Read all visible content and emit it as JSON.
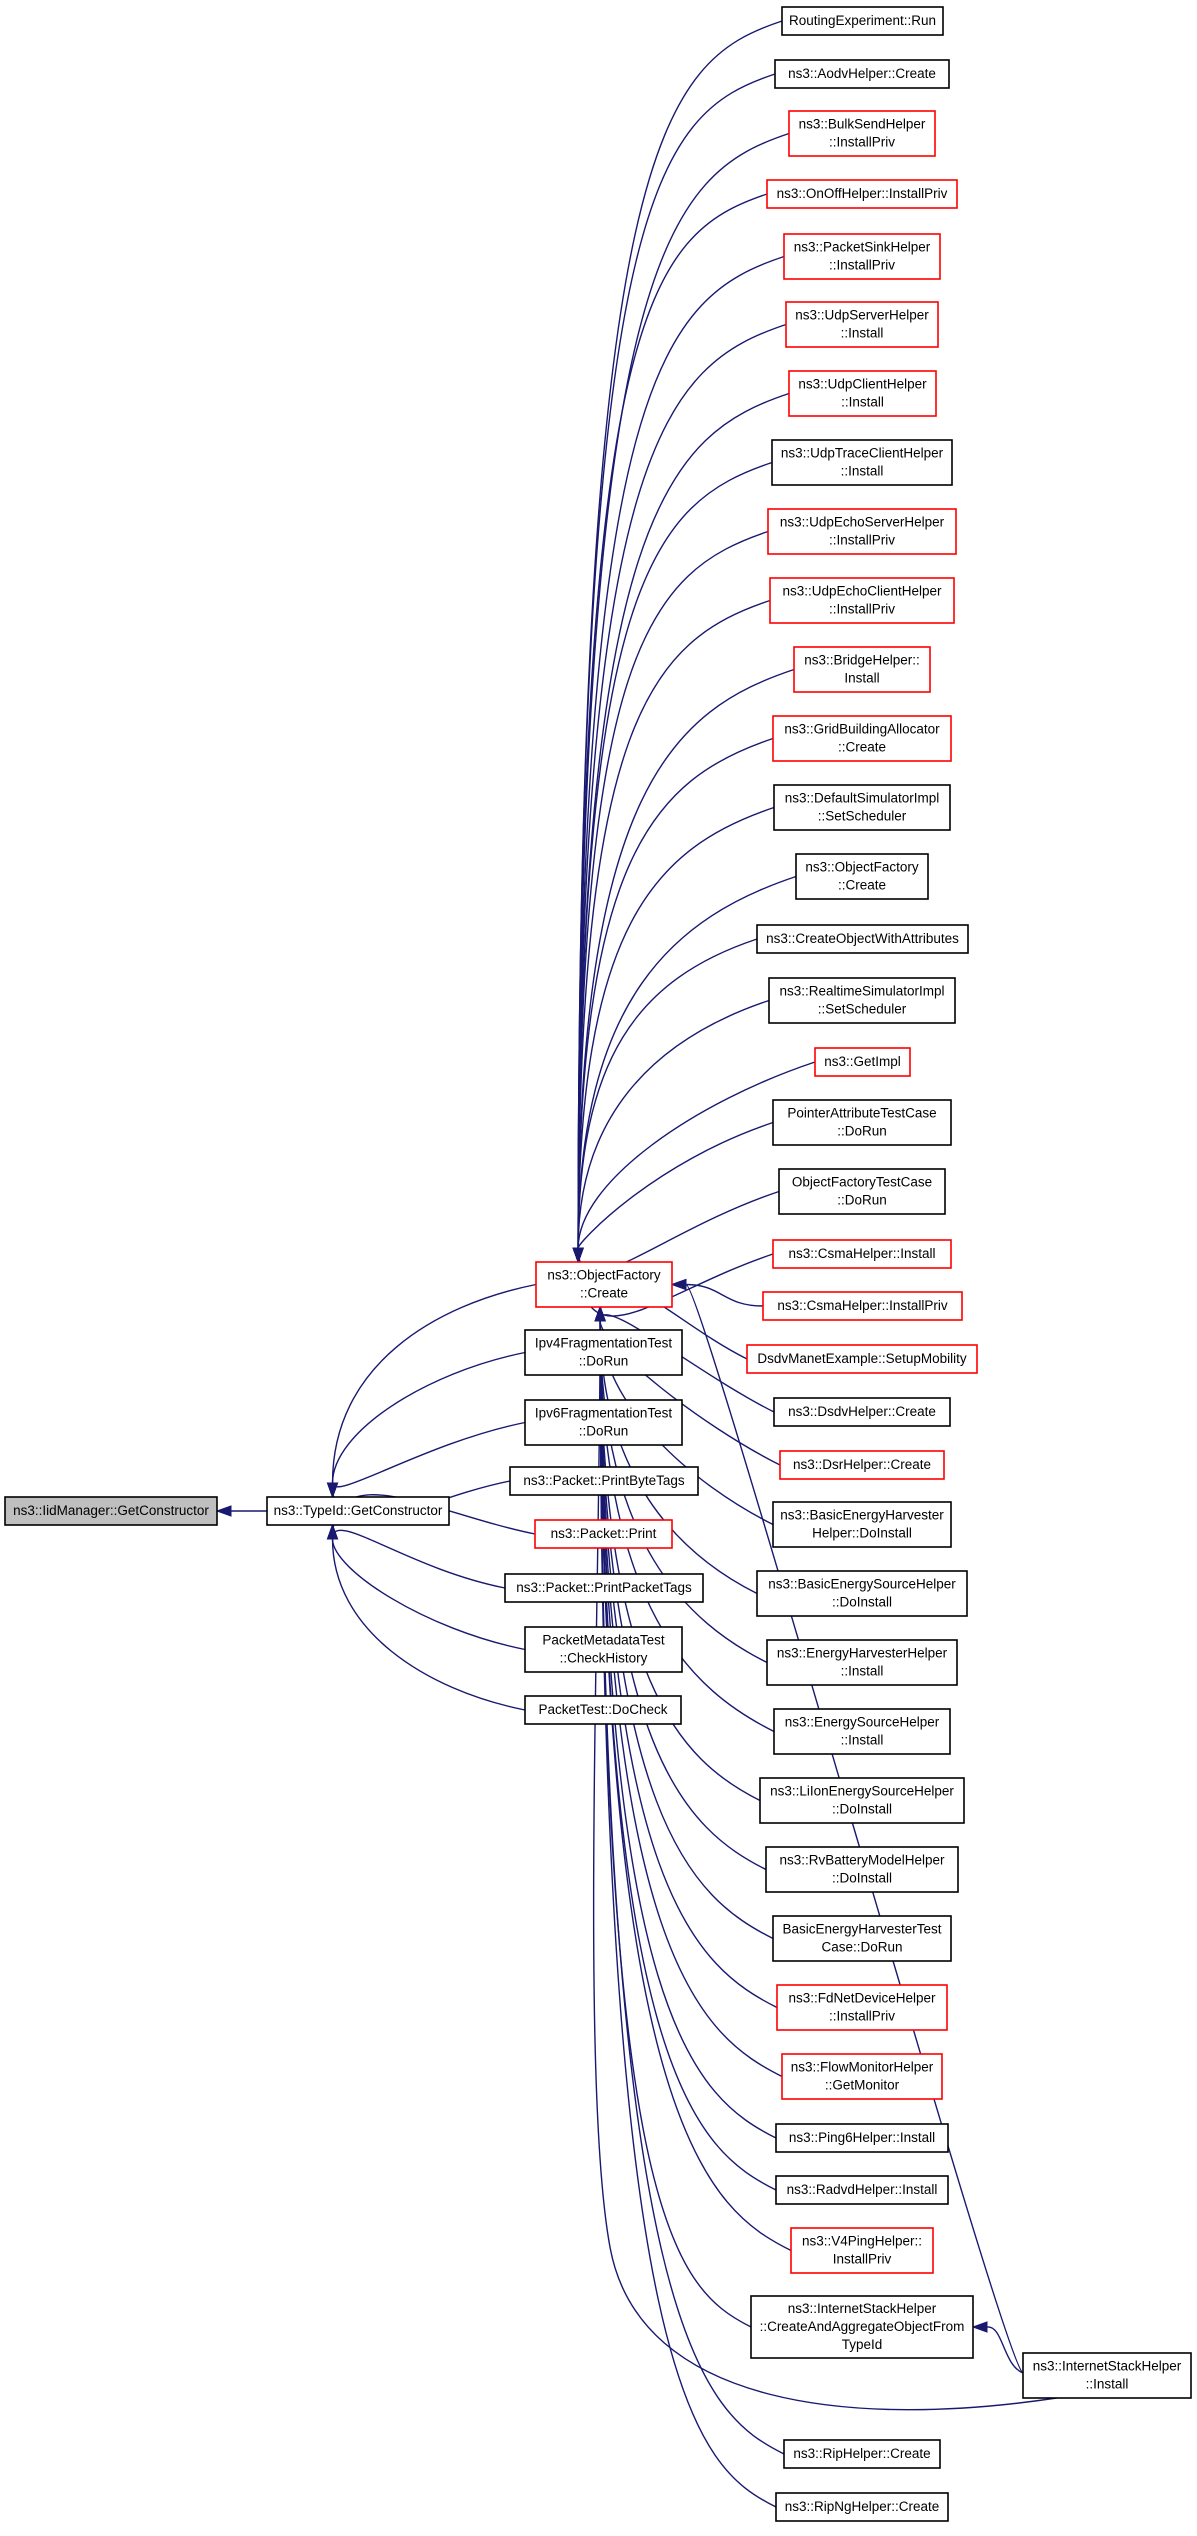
{
  "colors": {
    "edge": "#191970",
    "border_normal": "#000000",
    "border_truncated": "#ff0000",
    "root_fill": "#bfbfbf",
    "node_fill": "#ffffff"
  },
  "nodes": [
    {
      "id": "root",
      "lines": [
        "ns3::IidManager::GetConstructor"
      ],
      "style": "root"
    },
    {
      "id": "getctor",
      "lines": [
        "ns3::TypeId::GetConstructor"
      ],
      "style": "normal"
    },
    {
      "id": "of_create",
      "lines": [
        "ns3::ObjectFactory",
        "::Create"
      ],
      "style": "truncated"
    },
    {
      "id": "ipv4frag",
      "lines": [
        "Ipv4FragmentationTest",
        "::DoRun"
      ],
      "style": "normal"
    },
    {
      "id": "ipv6frag",
      "lines": [
        "Ipv6FragmentationTest",
        "::DoRun"
      ],
      "style": "normal"
    },
    {
      "id": "printbytetags",
      "lines": [
        "ns3::Packet::PrintByteTags"
      ],
      "style": "normal"
    },
    {
      "id": "packetprint",
      "lines": [
        "ns3::Packet::Print"
      ],
      "style": "truncated"
    },
    {
      "id": "printpackettags",
      "lines": [
        "ns3::Packet::PrintPacketTags"
      ],
      "style": "normal"
    },
    {
      "id": "pmtest",
      "lines": [
        "PacketMetadataTest",
        "::CheckHistory"
      ],
      "style": "normal"
    },
    {
      "id": "packettest",
      "lines": [
        "PacketTest::DoCheck"
      ],
      "style": "normal"
    },
    {
      "id": "routingexp",
      "lines": [
        "RoutingExperiment::Run"
      ],
      "style": "normal"
    },
    {
      "id": "aodv",
      "lines": [
        "ns3::AodvHelper::Create"
      ],
      "style": "normal"
    },
    {
      "id": "bulksend",
      "lines": [
        "ns3::BulkSendHelper",
        "::InstallPriv"
      ],
      "style": "truncated"
    },
    {
      "id": "onoff",
      "lines": [
        "ns3::OnOffHelper::InstallPriv"
      ],
      "style": "truncated"
    },
    {
      "id": "packetsink",
      "lines": [
        "ns3::PacketSinkHelper",
        "::InstallPriv"
      ],
      "style": "truncated"
    },
    {
      "id": "udpserver",
      "lines": [
        "ns3::UdpServerHelper",
        "::Install"
      ],
      "style": "truncated"
    },
    {
      "id": "udpclient",
      "lines": [
        "ns3::UdpClientHelper",
        "::Install"
      ],
      "style": "truncated"
    },
    {
      "id": "udptrace",
      "lines": [
        "ns3::UdpTraceClientHelper",
        "::Install"
      ],
      "style": "normal"
    },
    {
      "id": "udpechoserver",
      "lines": [
        "ns3::UdpEchoServerHelper",
        "::InstallPriv"
      ],
      "style": "truncated"
    },
    {
      "id": "udpechoclient",
      "lines": [
        "ns3::UdpEchoClientHelper",
        "::InstallPriv"
      ],
      "style": "truncated"
    },
    {
      "id": "bridge",
      "lines": [
        "ns3::BridgeHelper::",
        "Install"
      ],
      "style": "truncated"
    },
    {
      "id": "gridbuilding",
      "lines": [
        "ns3::GridBuildingAllocator",
        "::Create"
      ],
      "style": "truncated"
    },
    {
      "id": "defaultsim",
      "lines": [
        "ns3::DefaultSimulatorImpl",
        "::SetScheduler"
      ],
      "style": "normal"
    },
    {
      "id": "of_create2",
      "lines": [
        "ns3::ObjectFactory",
        "::Create"
      ],
      "style": "normal"
    },
    {
      "id": "createobj",
      "lines": [
        "ns3::CreateObjectWithAttributes"
      ],
      "style": "normal"
    },
    {
      "id": "realtimesim",
      "lines": [
        "ns3::RealtimeSimulatorImpl",
        "::SetScheduler"
      ],
      "style": "normal"
    },
    {
      "id": "getimpl",
      "lines": [
        "ns3::GetImpl"
      ],
      "style": "truncated"
    },
    {
      "id": "pointerattr",
      "lines": [
        "PointerAttributeTestCase",
        "::DoRun"
      ],
      "style": "normal"
    },
    {
      "id": "oftest",
      "lines": [
        "ObjectFactoryTestCase",
        "::DoRun"
      ],
      "style": "normal"
    },
    {
      "id": "csmainstall",
      "lines": [
        "ns3::CsmaHelper::Install"
      ],
      "style": "truncated"
    },
    {
      "id": "csmainstallpriv",
      "lines": [
        "ns3::CsmaHelper::InstallPriv"
      ],
      "style": "truncated"
    },
    {
      "id": "dsdvmanet",
      "lines": [
        "DsdvManetExample::SetupMobility"
      ],
      "style": "truncated"
    },
    {
      "id": "dsdvhelper",
      "lines": [
        "ns3::DsdvHelper::Create"
      ],
      "style": "normal"
    },
    {
      "id": "dsrhelper",
      "lines": [
        "ns3::DsrHelper::Create"
      ],
      "style": "truncated"
    },
    {
      "id": "basicharvester",
      "lines": [
        "ns3::BasicEnergyHarvester",
        "Helper::DoInstall"
      ],
      "style": "normal"
    },
    {
      "id": "basicsource",
      "lines": [
        "ns3::BasicEnergySourceHelper",
        "::DoInstall"
      ],
      "style": "normal"
    },
    {
      "id": "energyharvester",
      "lines": [
        "ns3::EnergyHarvesterHelper",
        "::Install"
      ],
      "style": "normal"
    },
    {
      "id": "energysource",
      "lines": [
        "ns3::EnergySourceHelper",
        "::Install"
      ],
      "style": "normal"
    },
    {
      "id": "liion",
      "lines": [
        "ns3::LiIonEnergySourceHelper",
        "::DoInstall"
      ],
      "style": "normal"
    },
    {
      "id": "rvbattery",
      "lines": [
        "ns3::RvBatteryModelHelper",
        "::DoInstall"
      ],
      "style": "normal"
    },
    {
      "id": "basicharvtest",
      "lines": [
        "BasicEnergyHarvesterTest",
        "Case::DoRun"
      ],
      "style": "normal"
    },
    {
      "id": "fdnet",
      "lines": [
        "ns3::FdNetDeviceHelper",
        "::InstallPriv"
      ],
      "style": "truncated"
    },
    {
      "id": "flowmon",
      "lines": [
        "ns3::FlowMonitorHelper",
        "::GetMonitor"
      ],
      "style": "truncated"
    },
    {
      "id": "ping6",
      "lines": [
        "ns3::Ping6Helper::Install"
      ],
      "style": "normal"
    },
    {
      "id": "radvd",
      "lines": [
        "ns3::RadvdHelper::Install"
      ],
      "style": "normal"
    },
    {
      "id": "v4ping",
      "lines": [
        "ns3::V4PingHelper::",
        "InstallPriv"
      ],
      "style": "truncated"
    },
    {
      "id": "inetstack_caof",
      "lines": [
        "ns3::InternetStackHelper",
        "::CreateAndAggregateObjectFrom",
        "TypeId"
      ],
      "style": "normal"
    },
    {
      "id": "inetstack_install",
      "lines": [
        "ns3::InternetStackHelper",
        "::Install"
      ],
      "style": "normal"
    },
    {
      "id": "riphelper",
      "lines": [
        "ns3::RipHelper::Create"
      ],
      "style": "normal"
    },
    {
      "id": "ripng",
      "lines": [
        "ns3::RipNgHelper::Create"
      ],
      "style": "normal"
    }
  ]
}
